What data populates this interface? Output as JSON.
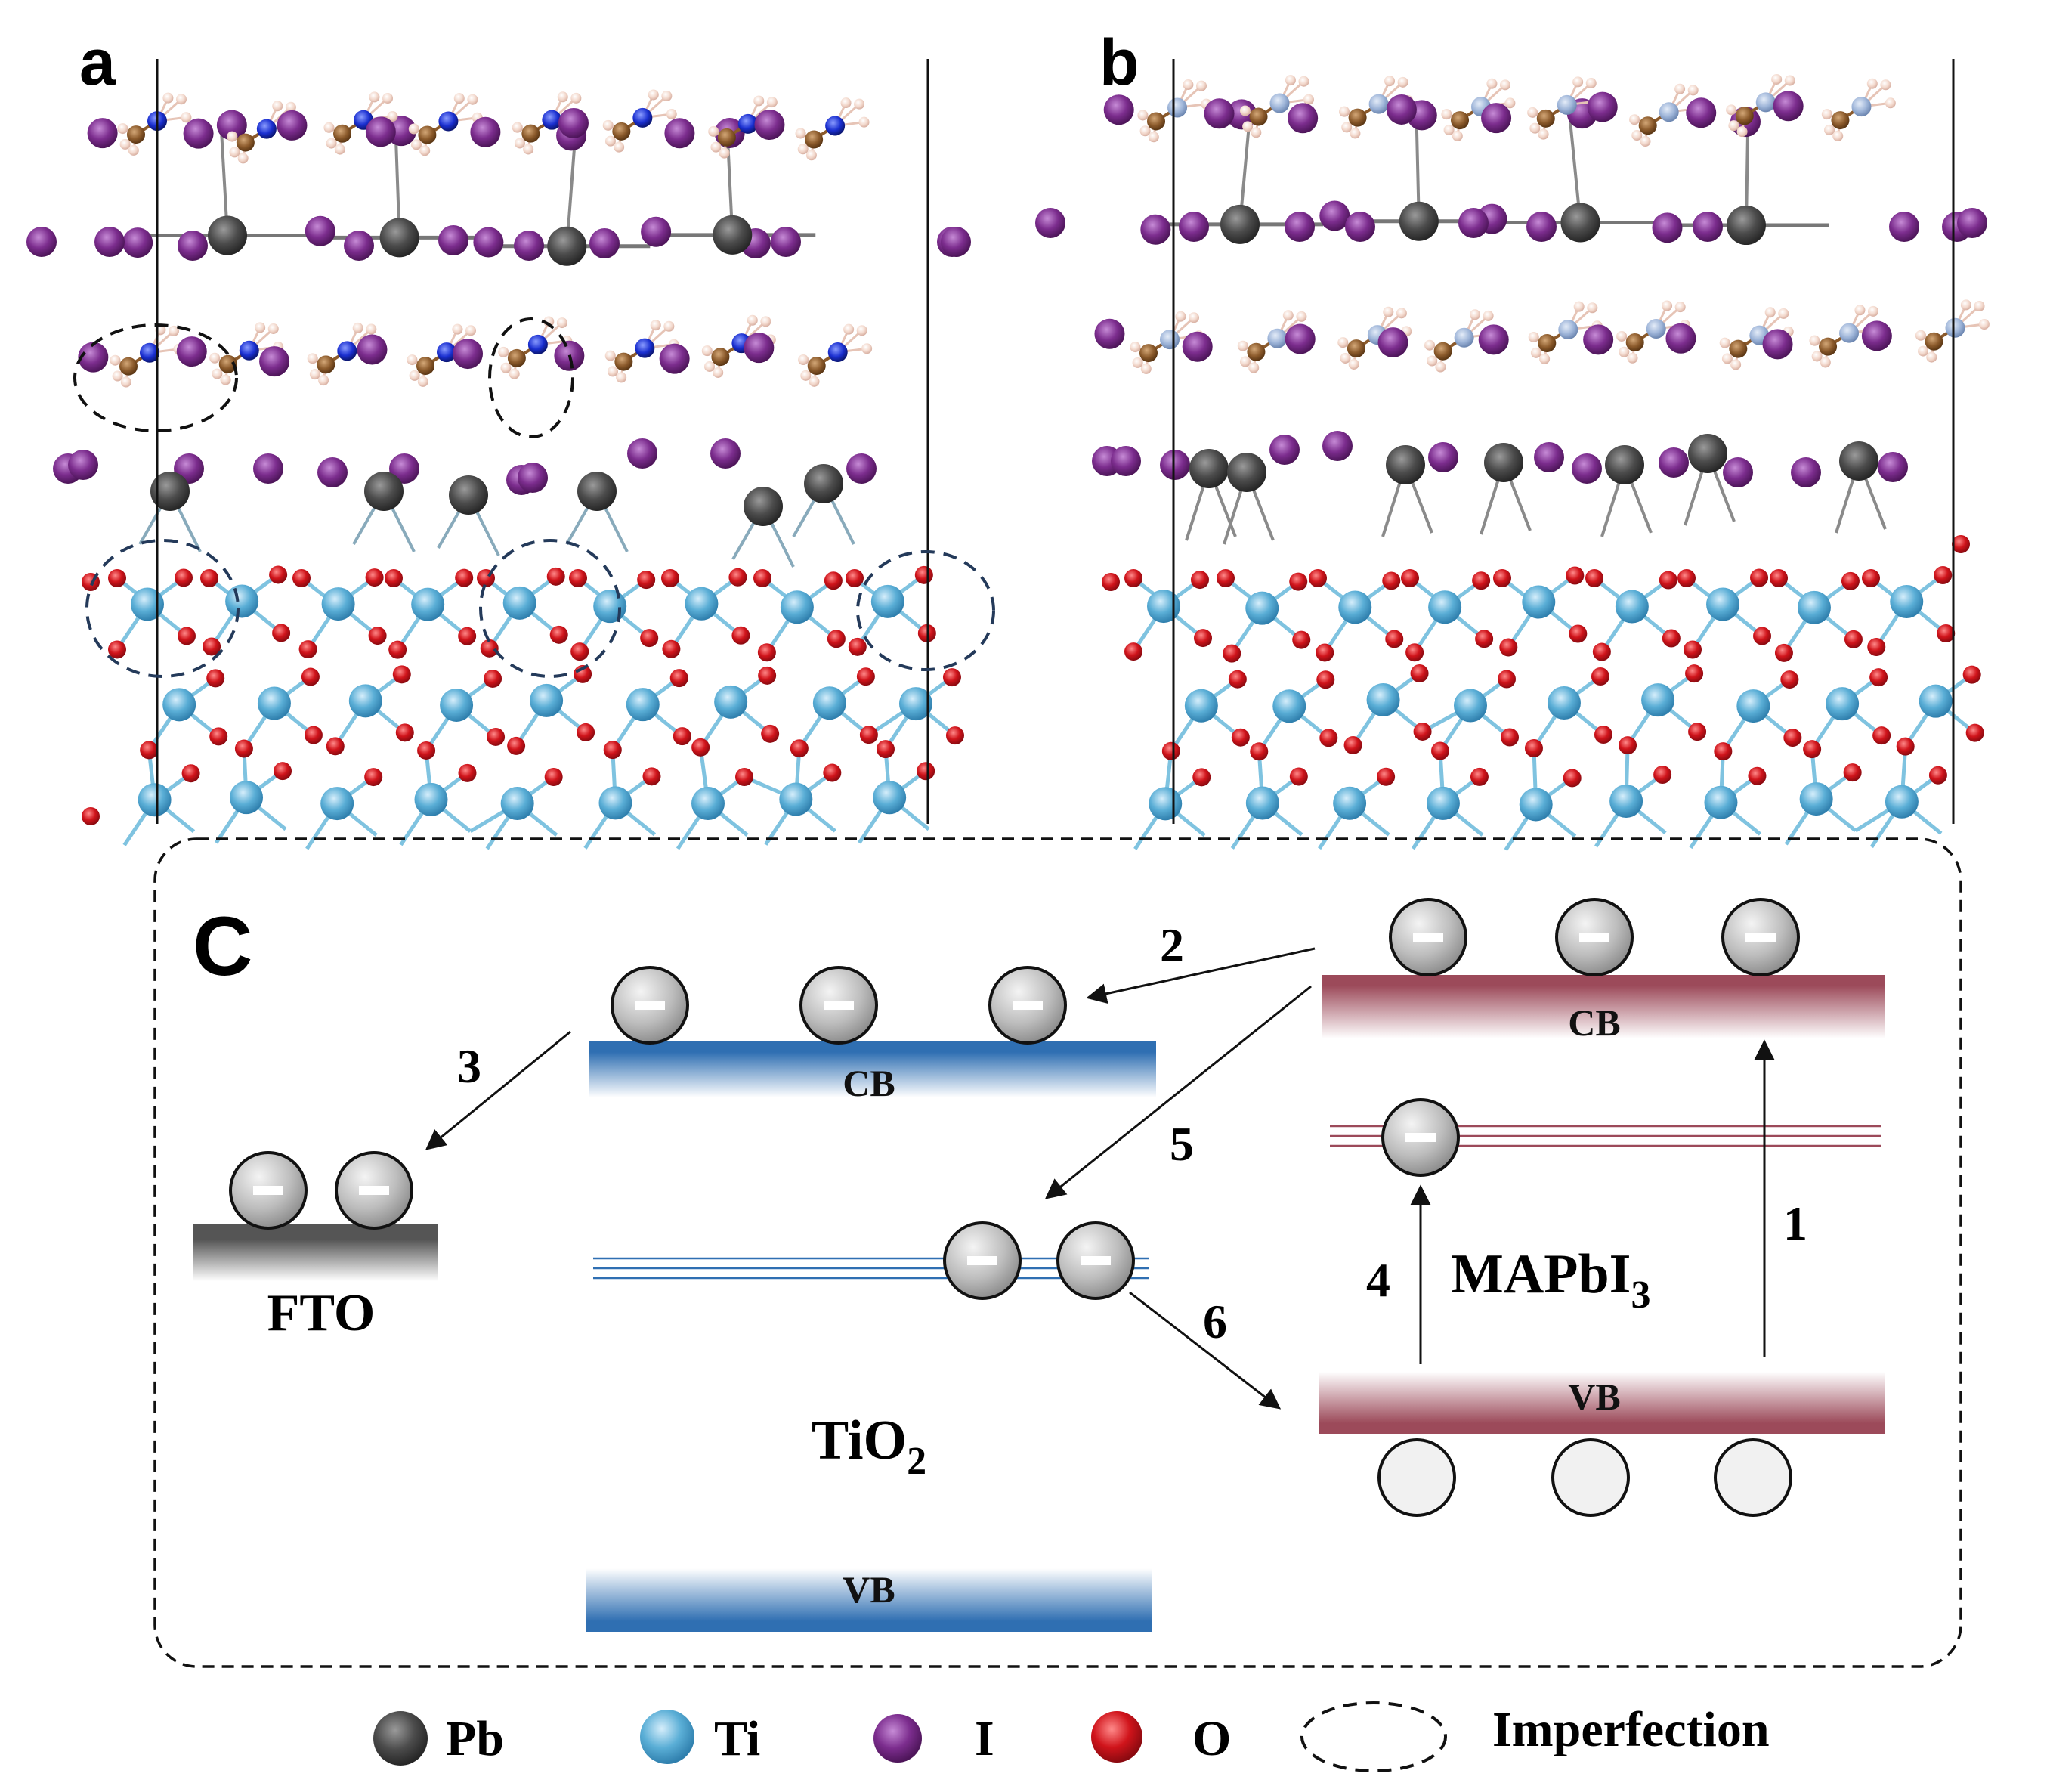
{
  "panels": {
    "a": {
      "label": "a"
    },
    "b": {
      "label": "b"
    },
    "c": {
      "label": "C"
    }
  },
  "diagram": {
    "fto": {
      "label": "FTO"
    },
    "tio2": {
      "label_main": "TiO",
      "label_sub": "2",
      "cb_label": "CB",
      "vb_label": "VB"
    },
    "mapbi3": {
      "label_main": "MAPbI",
      "label_sub": "3",
      "cb_label": "CB",
      "vb_label": "VB"
    },
    "steps": [
      "1",
      "2",
      "3",
      "4",
      "5",
      "6"
    ],
    "electron_symbol": "–"
  },
  "legend": {
    "pb": {
      "label": "Pb",
      "color": "#3c3c3c"
    },
    "ti": {
      "label": "Ti",
      "color": "#5aa9d4"
    },
    "i": {
      "label": "I",
      "color": "#7a2f8f"
    },
    "o": {
      "label": "O",
      "color": "#c8141e"
    },
    "imperfection": {
      "label": "Imperfection"
    }
  },
  "colors": {
    "tio2_band": "#2f6fb2",
    "mapbi3_band": "#9c4a5a",
    "fto_band": "#5a5a5a",
    "pb": "#4a4a4a",
    "ti": "#5aaed6",
    "i": "#7c2d8e",
    "o": "#d0141b",
    "n": "#1a2fd0",
    "c": "#8b5a2b",
    "h": "#f2d6c9"
  }
}
